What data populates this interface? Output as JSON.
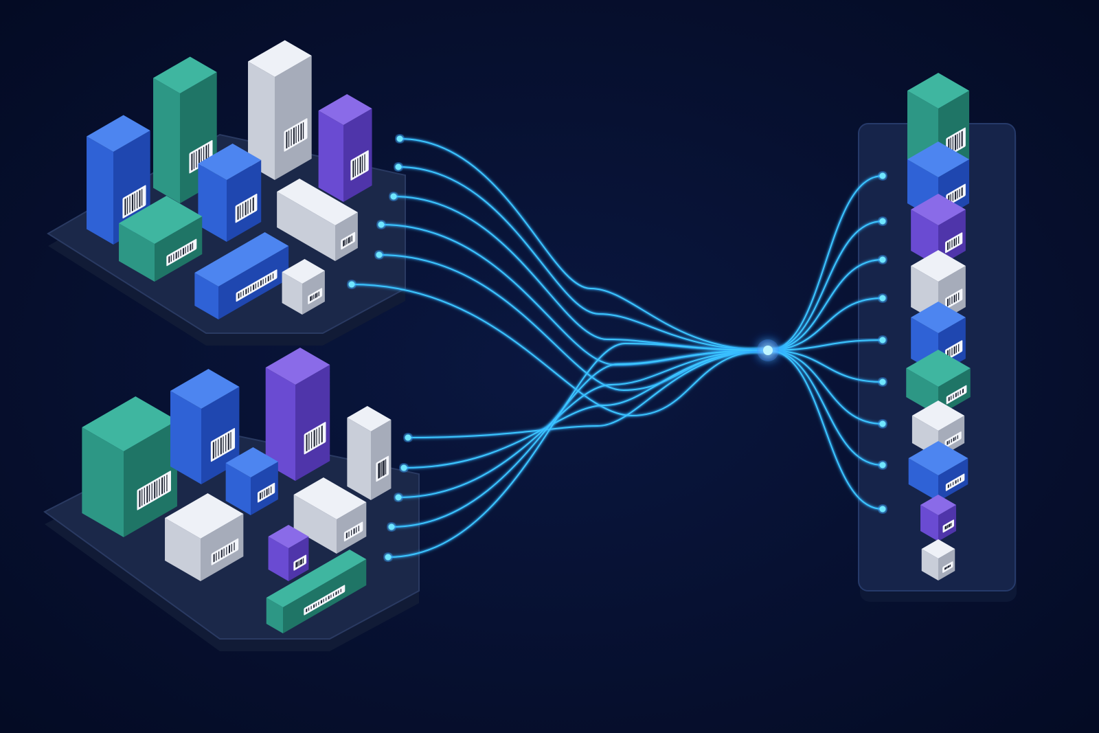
{
  "colors": {
    "background": "#040d2b",
    "platform_top": "#1b2849",
    "platform_side": "#111b36",
    "platform_edge": "#2a3a62",
    "column_panel": "#16244a",
    "wire": "#3cc8ff",
    "wire_glow": "#1e7dff",
    "hub": "#6fe6ff"
  },
  "box_palette": {
    "blue": {
      "top": "#4d85f0",
      "left": "#2f62d6",
      "right": "#1f47b0"
    },
    "teal": {
      "top": "#3fb6a0",
      "left": "#2d9785",
      "right": "#1f7566"
    },
    "white": {
      "top": "#eef1f7",
      "left": "#c9ced9",
      "right": "#a6acba"
    },
    "purple": {
      "top": "#8a6be8",
      "left": "#6a4bd2",
      "right": "#4f35aa"
    }
  },
  "diagram": {
    "description_icons": [
      "barcode-label-icon",
      "warehouse-platform-icon",
      "sorted-stack-icon"
    ],
    "platforms": [
      {
        "id": "source-platform-top",
        "boxes": [
          {
            "color": "blue",
            "size": "tall"
          },
          {
            "color": "teal",
            "size": "tall"
          },
          {
            "color": "white",
            "size": "tall"
          },
          {
            "color": "purple",
            "size": "medium"
          },
          {
            "color": "blue",
            "size": "medium"
          },
          {
            "color": "teal",
            "size": "flat"
          },
          {
            "color": "white",
            "size": "flat"
          },
          {
            "color": "blue",
            "size": "long"
          },
          {
            "color": "white",
            "size": "small"
          }
        ],
        "output_ports": 6
      },
      {
        "id": "source-platform-bottom",
        "boxes": [
          {
            "color": "teal",
            "size": "tall"
          },
          {
            "color": "blue",
            "size": "tall"
          },
          {
            "color": "purple",
            "size": "tall"
          },
          {
            "color": "white",
            "size": "medium"
          },
          {
            "color": "blue",
            "size": "small"
          },
          {
            "color": "white",
            "size": "flat"
          },
          {
            "color": "white",
            "size": "flat"
          },
          {
            "color": "purple",
            "size": "small"
          },
          {
            "color": "teal",
            "size": "long"
          }
        ],
        "output_ports": 5
      }
    ],
    "sorted_column": {
      "input_ports": 9,
      "stack": [
        "teal",
        "blue",
        "purple",
        "white",
        "blue",
        "teal",
        "white",
        "blue",
        "purple",
        "white"
      ]
    },
    "hub": {
      "name": "routing-hub"
    }
  }
}
